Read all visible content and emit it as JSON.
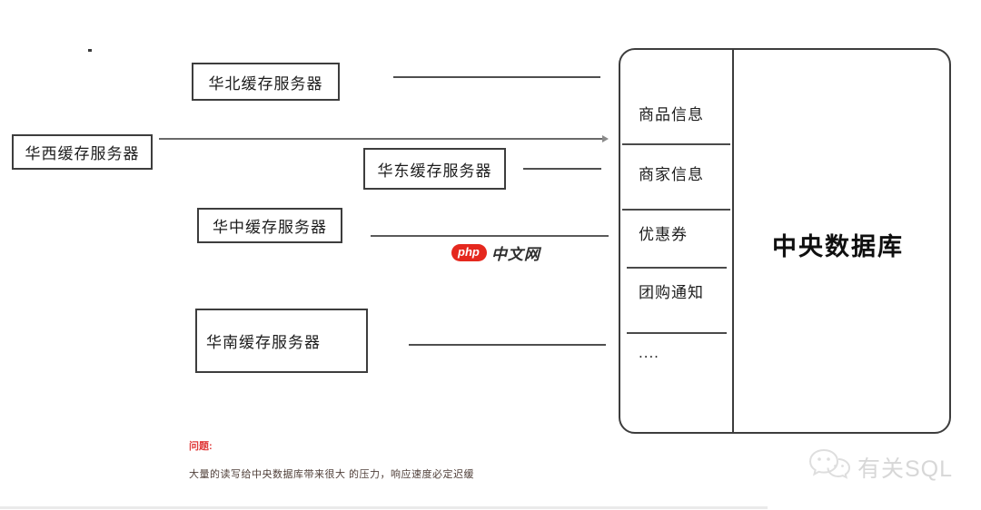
{
  "diagram": {
    "cache_servers": [
      {
        "label": "华北缓存服务器"
      },
      {
        "label": "华西缓存服务器"
      },
      {
        "label": "华东缓存服务器"
      },
      {
        "label": "华中缓存服务器"
      },
      {
        "label": "华南缓存服务器"
      }
    ],
    "database": {
      "title": "中央数据库",
      "items": [
        "商品信息",
        "商家信息",
        "优惠券",
        "团购通知",
        "...."
      ]
    }
  },
  "watermark": {
    "badge": "php",
    "site": "中文网"
  },
  "notes": {
    "problem_label": "问题:",
    "problem_text": "大量的读写给中央数据库带来很大 的压力，响应速度必定迟缓"
  },
  "footer": {
    "logo_text": "有关SQL"
  },
  "colors": {
    "box-border": "#3d3d3d",
    "line": "#4f4f4f",
    "problem-red": "#e03a3a",
    "note-brown": "#50403a",
    "php-red": "#e5281e",
    "logo-gray": "#d7d7d7"
  }
}
